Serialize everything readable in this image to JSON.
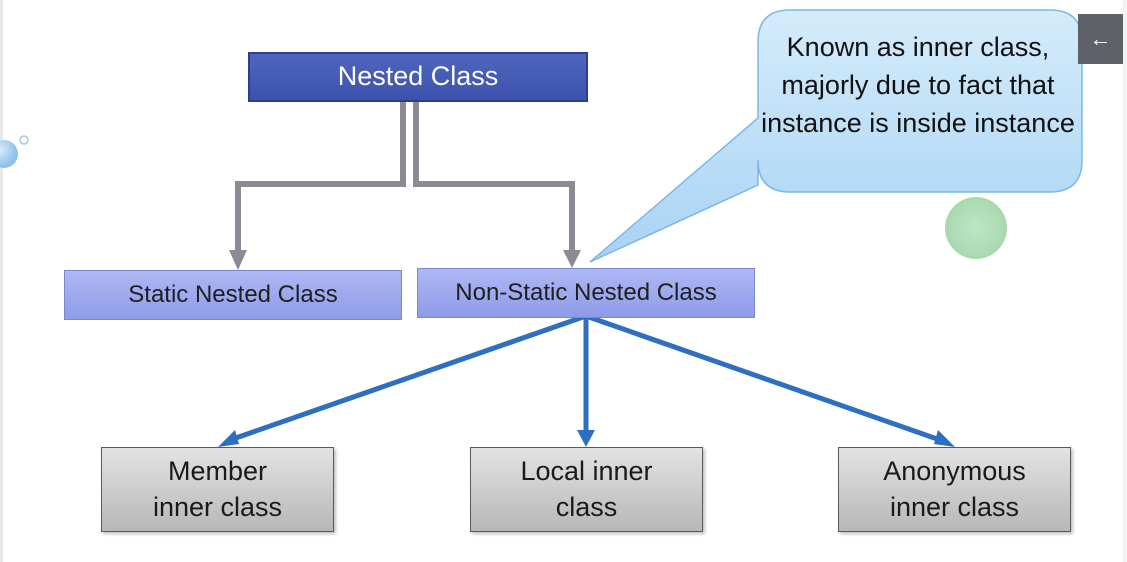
{
  "diagram": {
    "root": {
      "label": "Nested Class"
    },
    "level2": [
      {
        "label": "Static Nested Class"
      },
      {
        "label": "Non-Static Nested Class"
      }
    ],
    "level3": [
      {
        "label": "Member inner class"
      },
      {
        "label": "Local inner class"
      },
      {
        "label": "Anonymous inner class"
      }
    ],
    "callout": {
      "text": "Known as inner class, majorly due to fact that instance is inside instance"
    }
  },
  "colors": {
    "root_fill": "#4a5fb8",
    "mid_fill": "#9ea9ee",
    "leaf_fill": "#c8c8c8",
    "gray_connector": "#8c8a92",
    "blue_connector": "#2e6fc2",
    "callout_fill": "#b9ddf6"
  },
  "controls": {
    "back_icon": "arrow-left-icon"
  }
}
